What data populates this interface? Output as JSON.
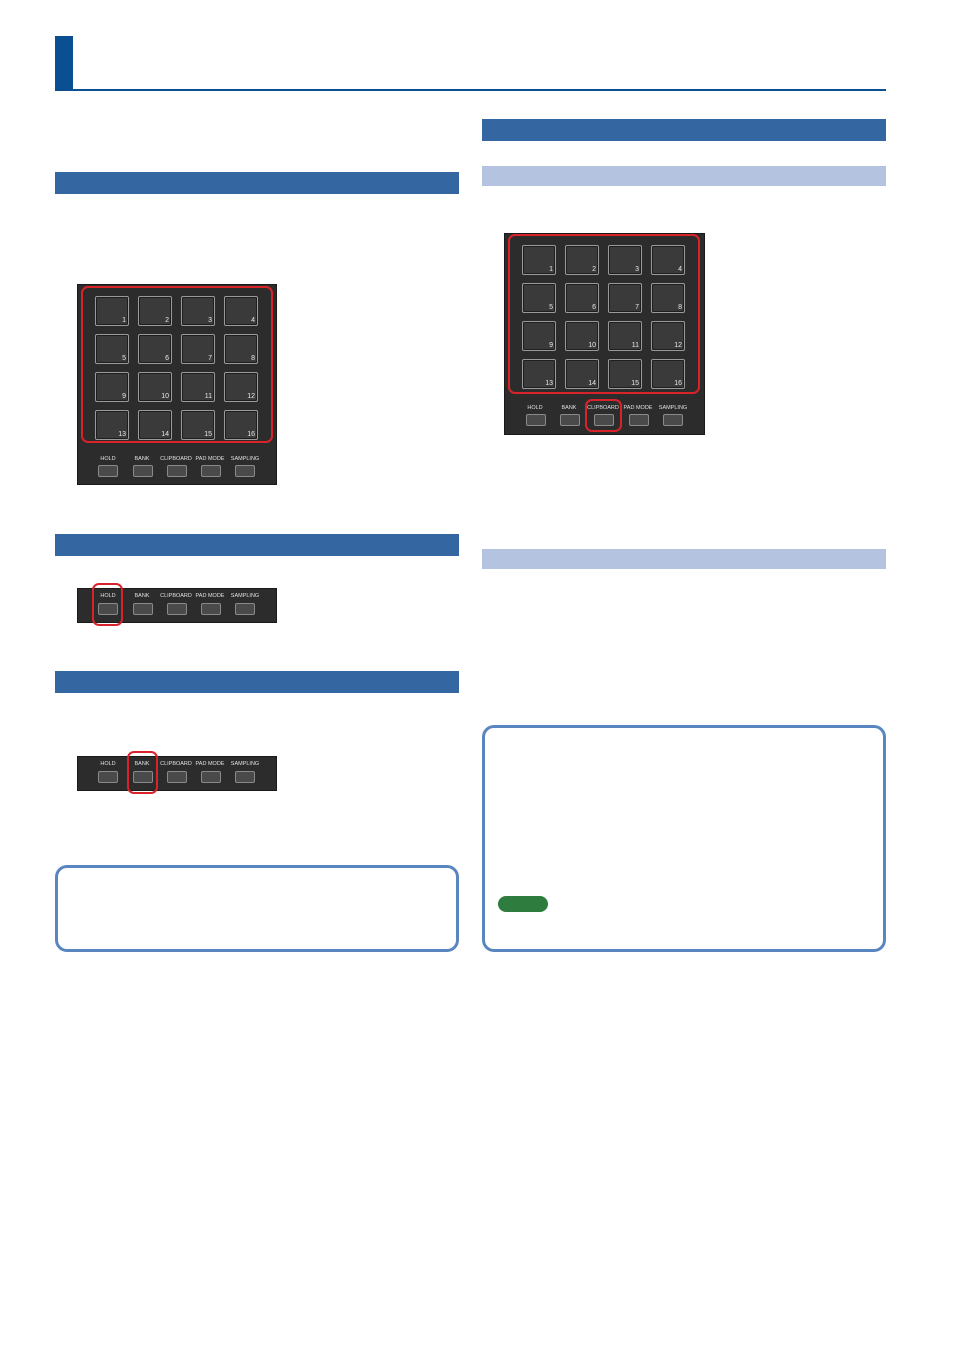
{
  "pads": [
    "1",
    "2",
    "3",
    "4",
    "5",
    "6",
    "7",
    "8",
    "9",
    "10",
    "11",
    "12",
    "13",
    "14",
    "15",
    "16"
  ],
  "buttons": {
    "hold": "HOLD",
    "bank": "BANK",
    "clipboard": "CLIPBOARD",
    "pad_mode": "PAD MODE",
    "sampling": "SAMPLING"
  },
  "colors": {
    "chapter_accent": "#0b4f93",
    "section_bar": "#3466a2",
    "subsection_bar": "#b3c3e0",
    "highlight": "#d8232a",
    "note_border": "#5a86bf",
    "memo_badge": "#2e7d3e"
  }
}
